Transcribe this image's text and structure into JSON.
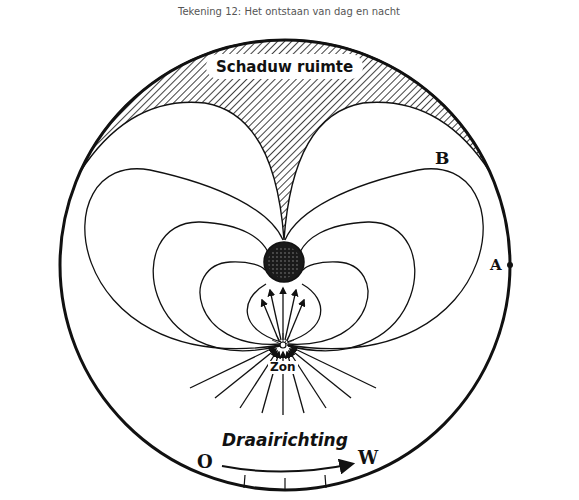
{
  "diagram": {
    "title": "Tekening 12: Het ontstaan van dag en nacht",
    "nodes": [
      {
        "text": [
          "Schaduw ruimte"
        ]
      }
    ],
    "labels": [
      "B",
      "A",
      "Zon",
      "O",
      "Draairichting",
      "W"
    ]
  }
}
